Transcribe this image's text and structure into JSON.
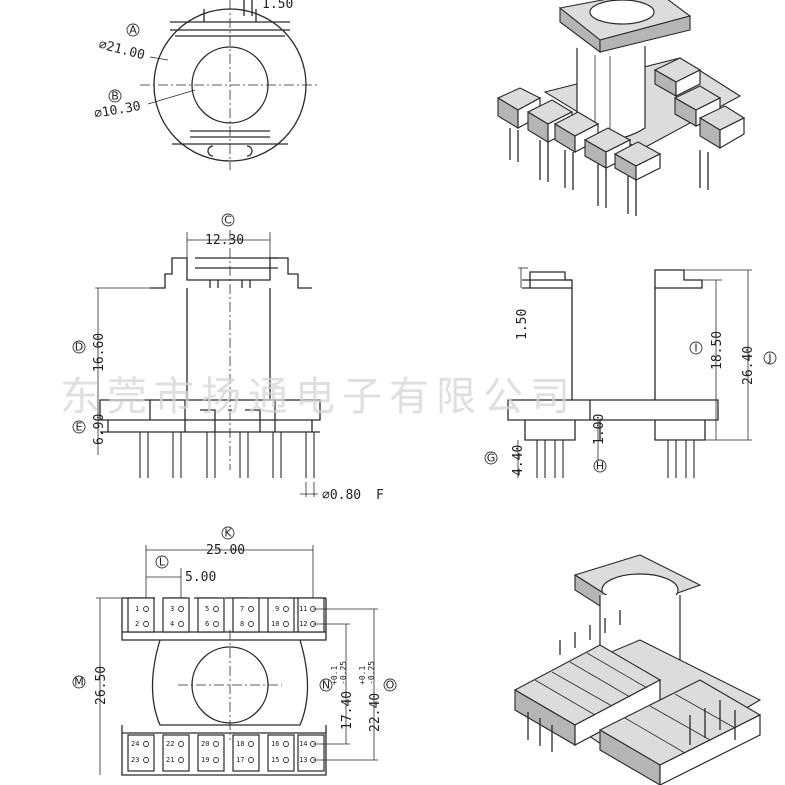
{
  "dimensions": {
    "top_slot_width": "1.50",
    "outer_diameter": "⌀21.00",
    "inner_diameter": "⌀10.30",
    "core_width": "12.30",
    "winding_height": "16.60",
    "base_height": "6.90",
    "pin_diameter": "⌀0.80",
    "flange_thickness": "1.50",
    "side_height_i": "18.50",
    "total_height": "26.40",
    "pin_length": "4.40",
    "step_height": "1.00",
    "pin_row_span": "25.00",
    "pin_pitch": "5.00",
    "body_length": "26.50",
    "inner_span_n": "17.40",
    "inner_span_n_tol_upper": "+0.1",
    "inner_span_n_tol_lower": "-0.25",
    "outer_span_o": "22.40",
    "outer_span_o_tol_upper": "+0.1",
    "outer_span_o_tol_lower": "-0.25"
  },
  "labels": {
    "a": "A",
    "b": "B",
    "c": "C",
    "d": "D",
    "e": "E",
    "f": "F",
    "g": "G",
    "h": "H",
    "i": "I",
    "j": "J",
    "k": "K",
    "l": "L",
    "m": "M",
    "n": "N",
    "o": "O"
  },
  "pins_top_upper": [
    "1",
    "3",
    "5",
    "7",
    "9",
    "11"
  ],
  "pins_top_lower": [
    "2",
    "4",
    "6",
    "8",
    "10",
    "12"
  ],
  "pins_bottom_upper": [
    "24",
    "22",
    "20",
    "18",
    "16",
    "14"
  ],
  "pins_bottom_lower": [
    "23",
    "21",
    "19",
    "17",
    "15",
    "13"
  ],
  "watermark": "东莞市扬通电子有限公司"
}
